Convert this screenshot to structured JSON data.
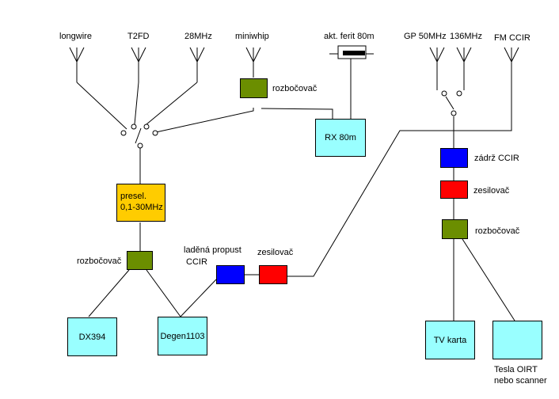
{
  "antennas": {
    "longwire": "longwire",
    "t2fd": "T2FD",
    "mhz28": "28MHz",
    "miniwhip": "miniwhip",
    "ferrite": "akt. ferit 80m",
    "gp50": "GP 50MHz",
    "mhz136": "136MHz",
    "fm_ccir": "FM CCIR"
  },
  "blocks": {
    "splitter_miniwhip": "rozbočovač",
    "rx80": "RX 80m",
    "presel_line1": "presel.",
    "presel_line2": "0,1-30MHz",
    "splitter_hf": "rozbočovač",
    "dx394": "DX394",
    "degen": "Degen1103",
    "bandpass_line1": "laděná propust",
    "bandpass_line2": "CCIR",
    "amp_left": "zesilovač",
    "notch_ccir": "zádrž CCIR",
    "amp_right": "zesilovač",
    "splitter_vhf": "rozbočovač",
    "tv_card": "TV karta",
    "tesla_line1": "Tesla OIRT",
    "tesla_line2": "nebo scanner"
  },
  "colors": {
    "splitter": "#6b8e00",
    "receiver": "#99ffff",
    "preselector": "#ffcc00",
    "filter": "#0000ff",
    "amplifier": "#ff0000"
  }
}
